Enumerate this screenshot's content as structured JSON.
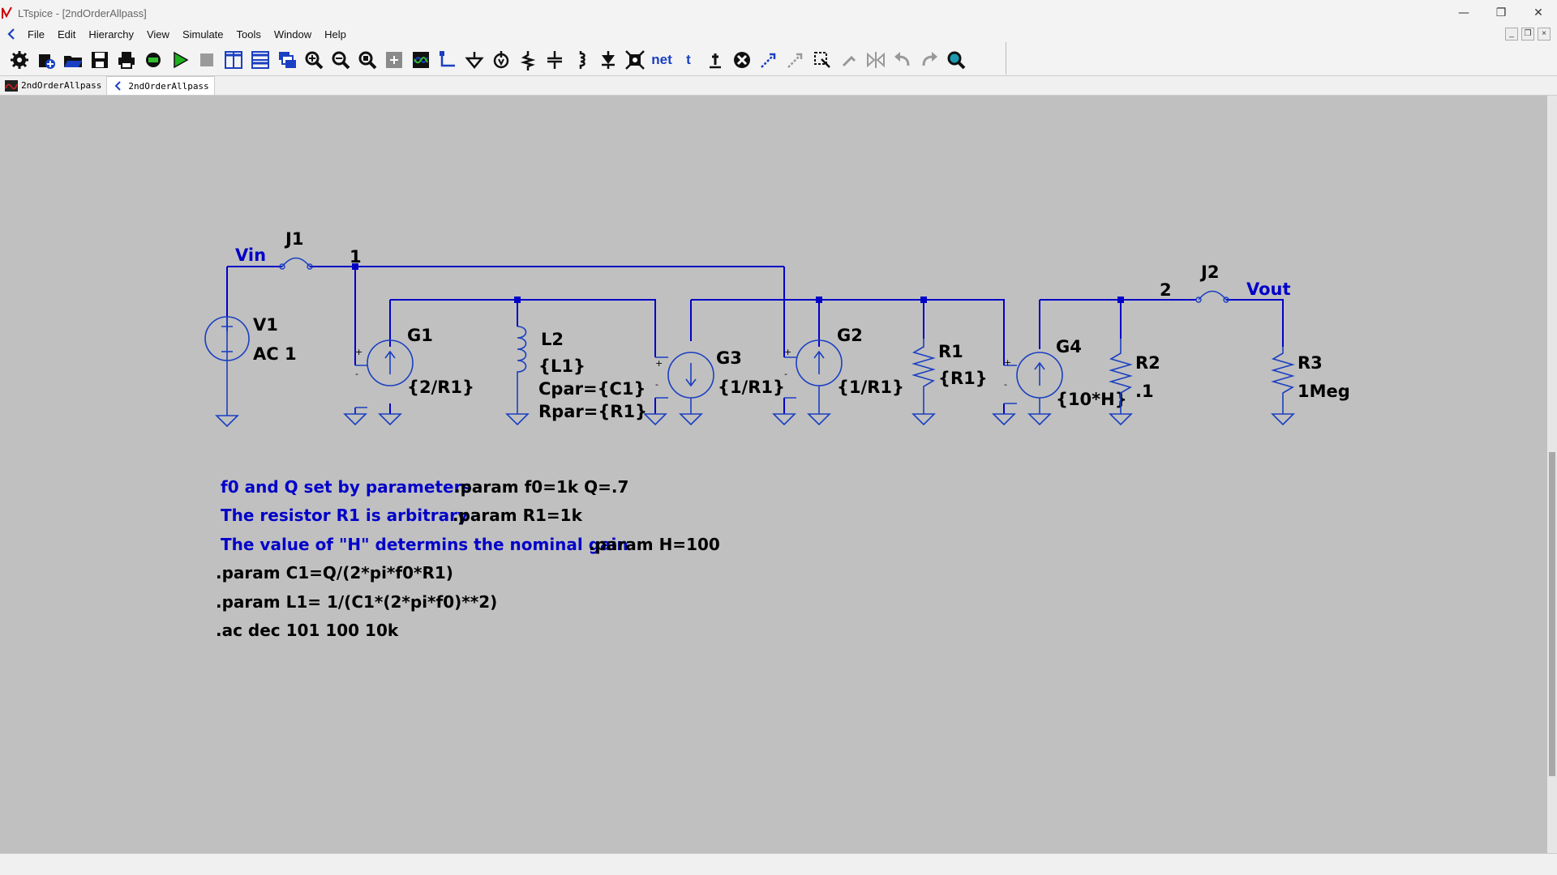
{
  "window": {
    "title": "LTspice - [2ndOrderAllpass]"
  },
  "menu": [
    "File",
    "Edit",
    "Hierarchy",
    "View",
    "Simulate",
    "Tools",
    "Window",
    "Help"
  ],
  "toolbar": {
    "net_label": "net",
    "text_label": "t"
  },
  "tabs": [
    {
      "label": "2ndOrderAllpass",
      "icon": "waveform-icon"
    },
    {
      "label": "2ndOrderAllpass",
      "icon": "schematic-icon"
    }
  ],
  "schematic": {
    "components": {
      "v1": {
        "name": "V1",
        "value": "AC 1"
      },
      "g1": {
        "name": "G1",
        "value": "{2/R1}"
      },
      "l2": {
        "name": "L2",
        "value": "{L1}",
        "value2": "Cpar={C1}",
        "value3": "Rpar={R1}"
      },
      "g3": {
        "name": "G3",
        "value": "{1/R1}"
      },
      "g2": {
        "name": "G2",
        "value": "{1/R1}"
      },
      "r1": {
        "name": "R1",
        "value": "{R1}"
      },
      "g4": {
        "name": "G4",
        "value": "{10*H}"
      },
      "r2": {
        "name": "R2",
        "value": ".1"
      },
      "r3": {
        "name": "R3",
        "value": "1Meg"
      },
      "j1": {
        "name": "J1"
      },
      "j2": {
        "name": "J2"
      }
    },
    "nets": {
      "vin": "Vin",
      "vout": "Vout",
      "node1": "1",
      "node2": "2"
    },
    "comments": [
      "f0 and Q set by parameters",
      "The resistor R1 is arbitrary",
      "The value of \"H\" determins the nominal gain"
    ],
    "directives": [
      ".param f0=1k Q=.7",
      ".param R1=1k",
      ".param H=100",
      ".param C1=Q/(2*pi*f0*R1)",
      ".param L1= 1/(C1*(2*pi*f0)**2)",
      ".ac dec 101 100 10k"
    ]
  }
}
